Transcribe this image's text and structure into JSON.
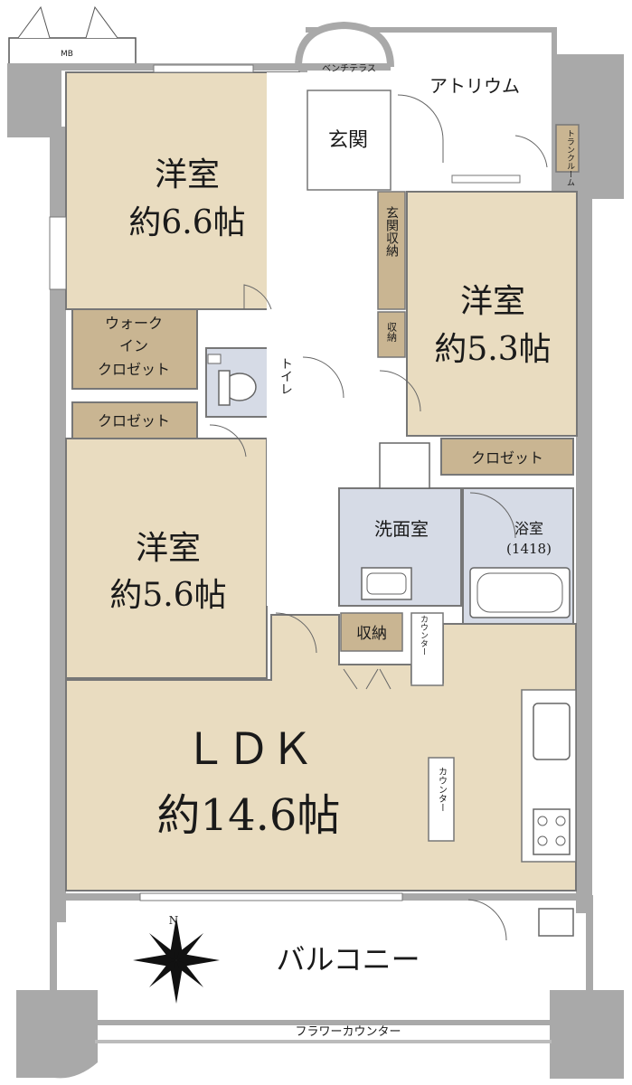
{
  "floor_plan": {
    "mb_label": "MB",
    "bench_terrace": "ベンチテラス",
    "atrium": "アトリウム",
    "trunk_room": "トランクルーム",
    "entrance": "玄関",
    "entrance_storage": "玄関収納",
    "storage_small": "収納",
    "storage": "収納",
    "toilet": "トイレ",
    "walk_in_closet": [
      "ウォーク",
      "イン",
      "クロゼット"
    ],
    "closet": "クロゼット",
    "closet_right": "クロゼット",
    "washroom": "洗面室",
    "bathroom": "浴室",
    "bathroom_size": "(1418)",
    "counter_small": "カウンター",
    "counter_ldk": "カウンター",
    "balcony": "バルコニー",
    "flower_counter": "フラワーカウンター",
    "compass_north": "N",
    "room_nw": {
      "name": "洋室",
      "size": "約6.6帖"
    },
    "room_ne": {
      "name": "洋室",
      "size": "約5.3帖"
    },
    "room_w": {
      "name": "洋室",
      "size": "約5.6帖"
    },
    "ldk": {
      "name": "ＬＤＫ",
      "size": "約14.6帖"
    }
  },
  "colors": {
    "room_fill": "#e9dcc0",
    "wall": "#a9a9a9",
    "storage_fill": "#c9b592",
    "wet_fill": "#d6dbe6",
    "floor_white": "#ffffff"
  }
}
